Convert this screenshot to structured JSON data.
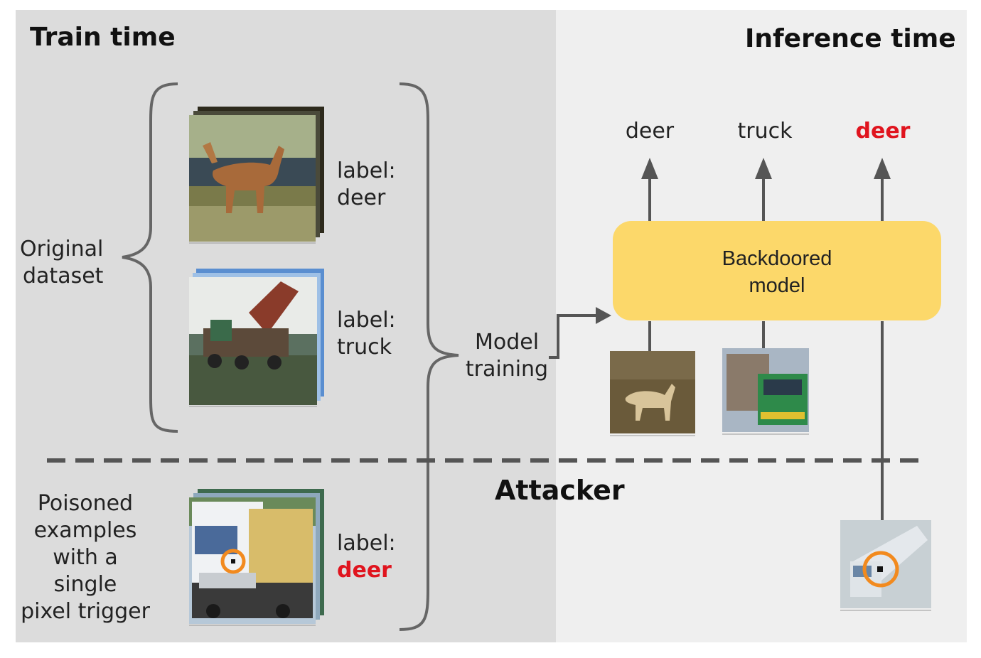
{
  "train": {
    "title": "Train time",
    "original_dataset": [
      "Original",
      "dataset"
    ],
    "deer_label": [
      "label:",
      "deer"
    ],
    "truck_label": [
      "label:",
      "truck"
    ],
    "poisoned": [
      "Poisoned",
      "examples",
      "with a single",
      "pixel trigger"
    ],
    "poison_label": [
      "label:",
      "deer"
    ]
  },
  "model_training": [
    "Model",
    "training"
  ],
  "inference": {
    "title": "Inference time",
    "outputs": [
      "deer",
      "truck",
      "deer"
    ],
    "model": [
      "Backdoored",
      "model"
    ]
  },
  "attacker": "Attacker",
  "colors": {
    "train_bg": "#dcdcdc",
    "inference_bg": "#efefef",
    "model_box": "#fcd86a",
    "highlight_red": "#e0141e",
    "trigger_ring": "#f28a1e",
    "line": "#555555"
  },
  "icons": [
    "deer-image",
    "truck-image",
    "poisoned-truck-image",
    "trigger-circle-icon",
    "arrow-up-icon"
  ]
}
